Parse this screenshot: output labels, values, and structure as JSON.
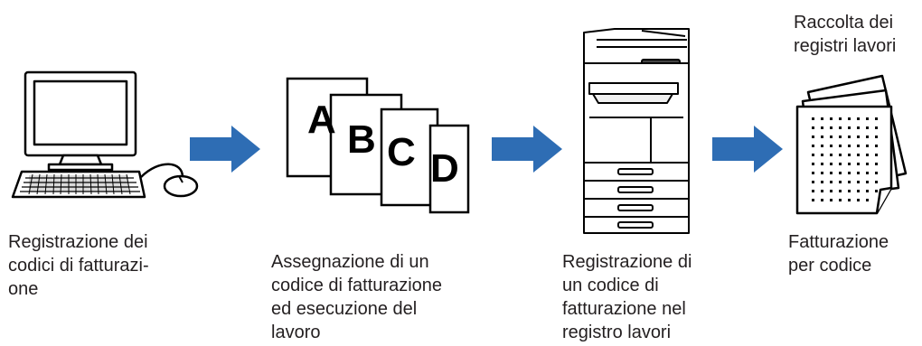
{
  "steps": [
    {
      "caption": "Registrazione dei\ncodici di fatturazi-\none",
      "icon": "computer-icon"
    },
    {
      "caption": "Assegnazione di un\ncodice di fatturazione\ned esecuzione del\nlavoro",
      "icon": "documents-icon",
      "page_letters": [
        "A",
        "B",
        "C",
        "D"
      ]
    },
    {
      "caption": "Registrazione di\nun codice di\nfatturazione nel\nregistro lavori",
      "icon": "printer-icon"
    },
    {
      "top_label": "Raccolta dei\nregistri lavori",
      "caption": "Fatturazione\nper codice",
      "icon": "job-log-icon"
    }
  ],
  "arrow_color": "#2e6db4",
  "arrow_icon": "arrow-right-icon"
}
